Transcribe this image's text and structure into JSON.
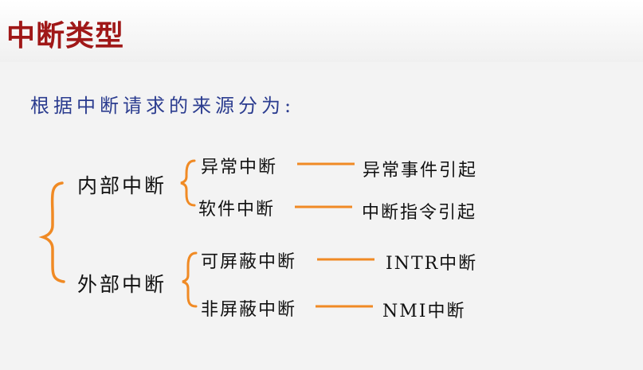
{
  "title": "中断类型",
  "subtitle": "根据中断请求的来源分为:",
  "colors": {
    "title": "#a01818",
    "subtitle": "#2b3c8f",
    "brace": "#f08a24"
  },
  "categories": [
    {
      "label": "内部中断",
      "items": [
        {
          "label": "异常中断",
          "result": "异常事件引起"
        },
        {
          "label": "软件中断",
          "result": "中断指令引起"
        }
      ]
    },
    {
      "label": "外部中断",
      "items": [
        {
          "label": "可屏蔽中断",
          "result": "INTR中断"
        },
        {
          "label": "非屏蔽中断",
          "result": "NMI中断"
        }
      ]
    }
  ]
}
